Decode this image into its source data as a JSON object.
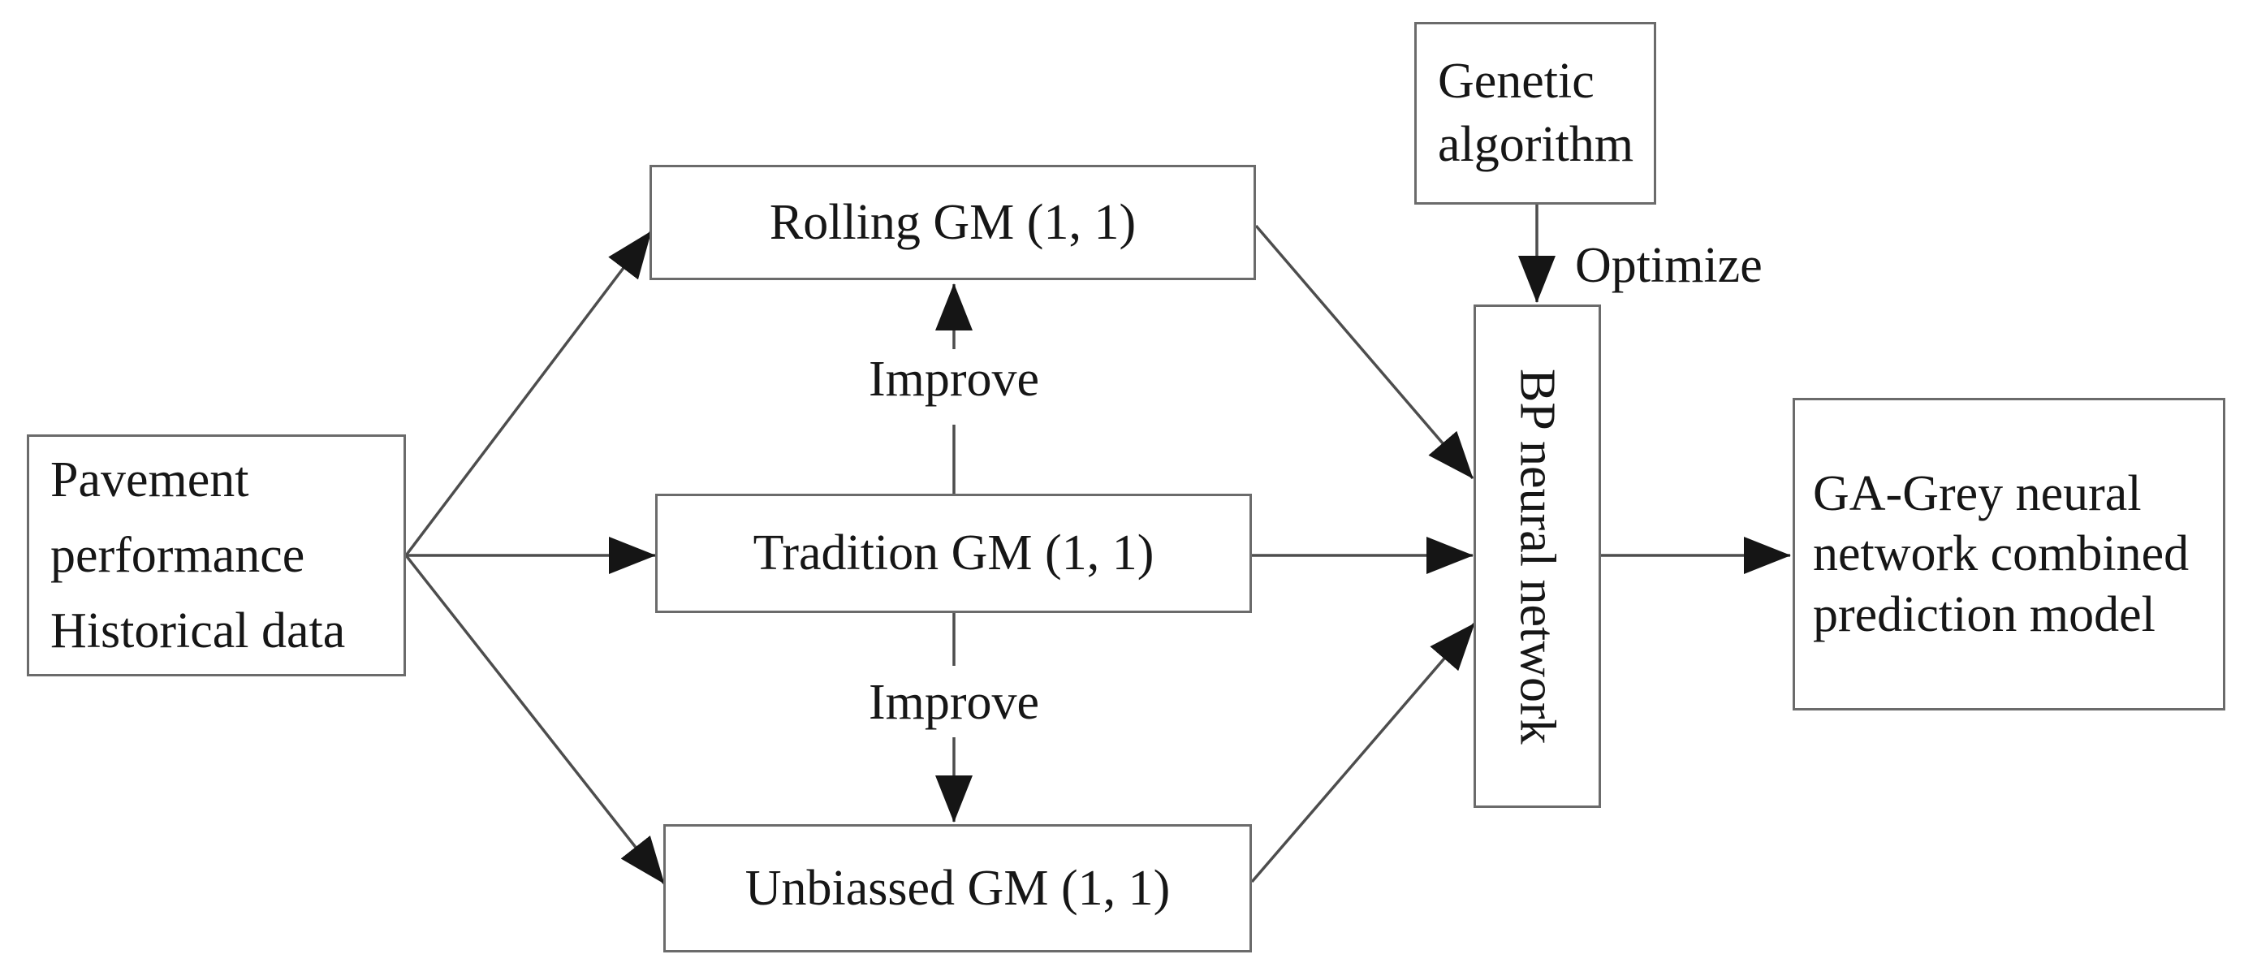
{
  "diagram": {
    "nodes": {
      "pavement": {
        "lines": [
          "Pavement",
          "performance",
          "Historical data"
        ]
      },
      "rolling": {
        "label": "Rolling GM (1, 1)"
      },
      "tradition": {
        "label": "Tradition GM (1, 1)"
      },
      "unbiassed": {
        "label": "Unbiassed GM (1, 1)"
      },
      "genetic": {
        "lines": [
          "Genetic",
          "algorithm"
        ]
      },
      "bp": {
        "label": "BP neural network"
      },
      "result": {
        "lines": [
          "GA-Grey neural",
          "network combined",
          "prediction model"
        ]
      }
    },
    "edge_labels": {
      "improve_top": "Improve",
      "improve_bottom": "Improve",
      "optimize": "Optimize"
    },
    "colors": {
      "bg": "#ffffff",
      "line": "#4d4d4d",
      "border": "#6b6b6b",
      "text": "#161616",
      "arrow": "#151515"
    }
  }
}
